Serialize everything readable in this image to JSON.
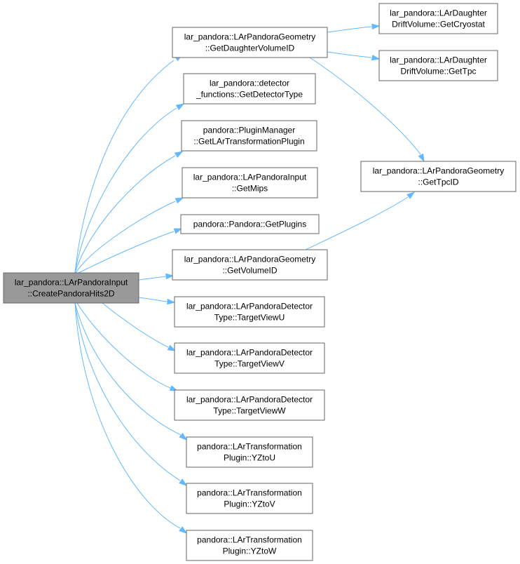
{
  "diagram": {
    "colors": {
      "edge": "#63b8ff",
      "root_fill": "#999999",
      "node_fill": "#ffffff",
      "node_border": "#666666"
    },
    "nodes": [
      {
        "id": "root",
        "lines": [
          "lar_pandora::LArPandoraInput",
          "::CreatePandoraHits2D"
        ],
        "root": true
      },
      {
        "id": "getDaughterVolumeID",
        "lines": [
          "lar_pandora::LArPandoraGeometry",
          "::GetDaughterVolumeID"
        ]
      },
      {
        "id": "getDetectorType",
        "lines": [
          "lar_pandora::detector",
          "_functions::GetDetectorType"
        ]
      },
      {
        "id": "getLArTransformationPlugin",
        "lines": [
          "pandora::PluginManager",
          "::GetLArTransformationPlugin"
        ]
      },
      {
        "id": "getMips",
        "lines": [
          "lar_pandora::LArPandoraInput",
          "::GetMips"
        ]
      },
      {
        "id": "getPlugins",
        "lines": [
          "pandora::Pandora::GetPlugins"
        ]
      },
      {
        "id": "getVolumeID",
        "lines": [
          "lar_pandora::LArPandoraGeometry",
          "::GetVolumeID"
        ]
      },
      {
        "id": "targetViewU",
        "lines": [
          "lar_pandora::LArPandoraDetector",
          "Type::TargetViewU"
        ]
      },
      {
        "id": "targetViewV",
        "lines": [
          "lar_pandora::LArPandoraDetector",
          "Type::TargetViewV"
        ]
      },
      {
        "id": "targetViewW",
        "lines": [
          "lar_pandora::LArPandoraDetector",
          "Type::TargetViewW"
        ]
      },
      {
        "id": "yztoU",
        "lines": [
          "pandora::LArTransformation",
          "Plugin::YZtoU"
        ]
      },
      {
        "id": "yztoV",
        "lines": [
          "pandora::LArTransformation",
          "Plugin::YZtoV"
        ]
      },
      {
        "id": "yztoW",
        "lines": [
          "pandora::LArTransformation",
          "Plugin::YZtoW"
        ]
      },
      {
        "id": "getCryostat",
        "lines": [
          "lar_pandora::LArDaughter",
          "DriftVolume::GetCryostat"
        ]
      },
      {
        "id": "getTpc",
        "lines": [
          "lar_pandora::LArDaughter",
          "DriftVolume::GetTpc"
        ]
      },
      {
        "id": "getTpcID",
        "lines": [
          "lar_pandora::LArPandoraGeometry",
          "::GetTpcID"
        ]
      }
    ],
    "edges": [
      [
        "root",
        "getDaughterVolumeID"
      ],
      [
        "root",
        "getDetectorType"
      ],
      [
        "root",
        "getLArTransformationPlugin"
      ],
      [
        "root",
        "getMips"
      ],
      [
        "root",
        "getPlugins"
      ],
      [
        "root",
        "getVolumeID"
      ],
      [
        "root",
        "targetViewU"
      ],
      [
        "root",
        "targetViewV"
      ],
      [
        "root",
        "targetViewW"
      ],
      [
        "root",
        "yztoU"
      ],
      [
        "root",
        "yztoV"
      ],
      [
        "root",
        "yztoW"
      ],
      [
        "getDaughterVolumeID",
        "getCryostat"
      ],
      [
        "getDaughterVolumeID",
        "getTpc"
      ],
      [
        "getDaughterVolumeID",
        "getTpcID"
      ],
      [
        "getVolumeID",
        "getTpcID"
      ]
    ]
  }
}
